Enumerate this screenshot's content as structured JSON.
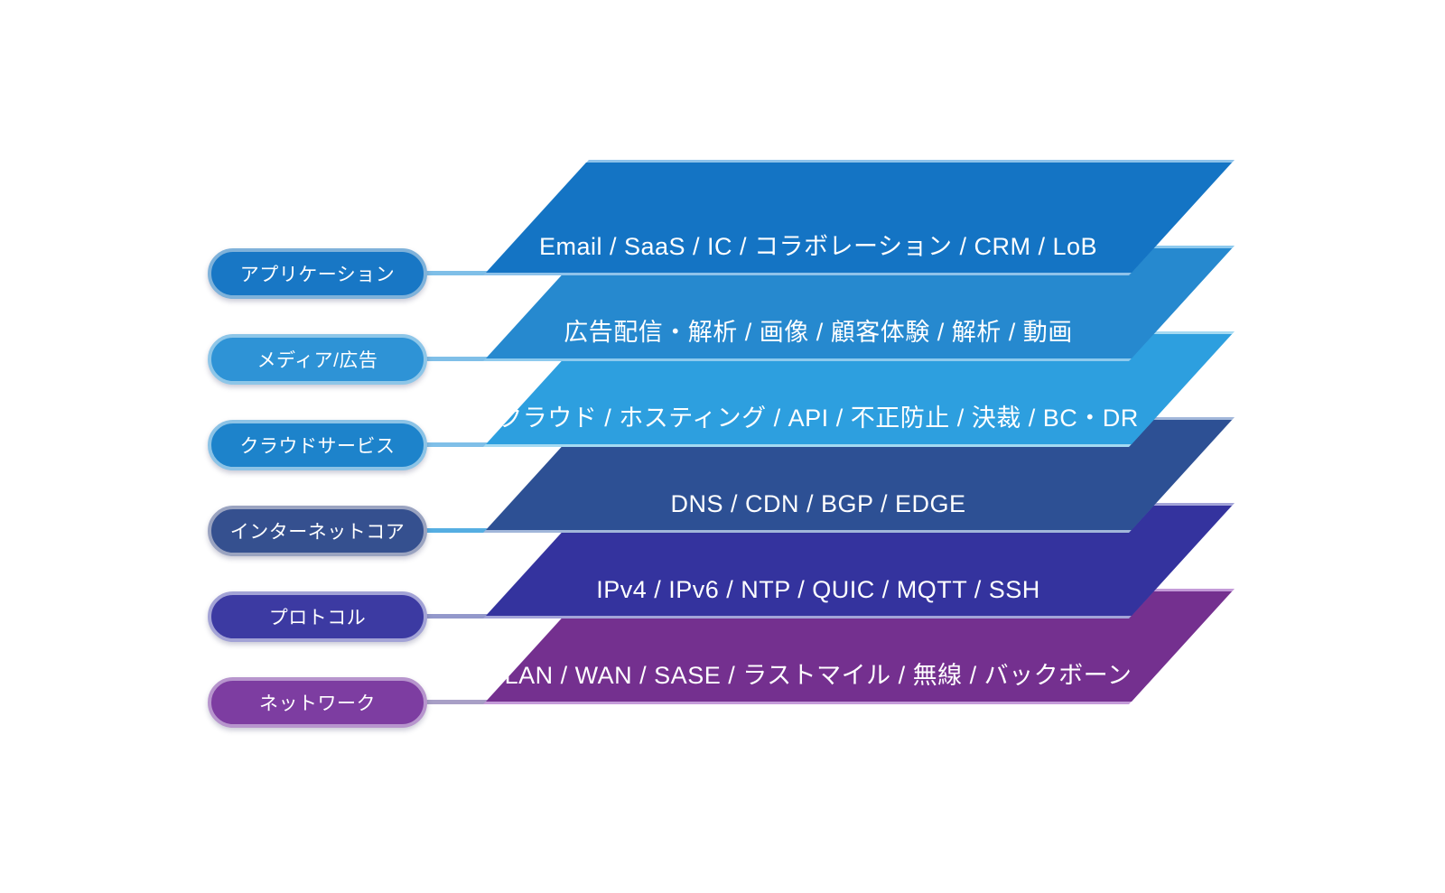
{
  "canvas": {
    "background": "#ffffff",
    "text_color": "#ffffff"
  },
  "rows": [
    {
      "label": "アプリケーション",
      "items": "Email / SaaS / IC / コラボレーション / CRM / LoB",
      "pill_fill": "#1877c5",
      "pill_border": "#7fb2da",
      "layer_fill": "#1474c4",
      "layer_edge": "#8ec2ea",
      "connector": "#7fbfe8"
    },
    {
      "label": "メディア/広告",
      "items": "広告配信・解析 / 画像 / 顧客体験 / 解析 / 動画",
      "pill_fill": "#2e93d6",
      "pill_border": "#8ec6e8",
      "layer_fill": "#2689cf",
      "layer_edge": "#8ecaee",
      "connector": "#7fbfe8"
    },
    {
      "label": "クラウドサービス",
      "items": "クラウド / ホスティング / API / 不正防止 / 決裁 / BC・DR",
      "pill_fill": "#1d83cb",
      "pill_border": "#8cc3e6",
      "layer_fill": "#2d9fdf",
      "layer_edge": "#a5daf2",
      "connector": "#7fbfe8"
    },
    {
      "label": "インターネットコア",
      "items": "DNS / CDN / BGP / EDGE",
      "pill_fill": "#35508f",
      "pill_border": "#9aa3c0",
      "layer_fill": "#2d5094",
      "layer_edge": "#a2b7da",
      "connector": "#55aee2"
    },
    {
      "label": "プロトコル",
      "items": "IPv4 / IPv6 / NTP / QUIC / MQTT / SSH",
      "pill_fill": "#3c3aa2",
      "pill_border": "#a3a3d6",
      "layer_fill": "#34339e",
      "layer_edge": "#a3a4d8",
      "connector": "#9398cb"
    },
    {
      "label": "ネットワーク",
      "items": "LAN / WAN / SASE / ラストマイル / 無線 / バックボーン",
      "pill_fill": "#7d3da1",
      "pill_border": "#b795cd",
      "layer_fill": "#74308f",
      "layer_edge": "#c49bd8",
      "connector": "#a89fc6"
    }
  ]
}
